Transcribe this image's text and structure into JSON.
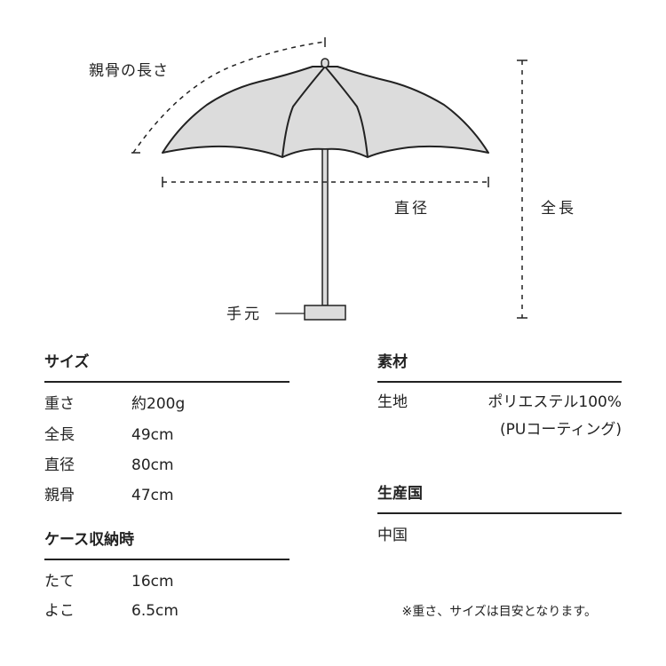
{
  "diagram": {
    "rib_length_label": "親骨の長さ",
    "diameter_label": "直径",
    "total_length_label": "全長",
    "handle_label": "手元",
    "canopy_color": "#dcdcdc",
    "line_color": "#222222"
  },
  "size": {
    "heading": "サイズ",
    "rows": [
      {
        "label": "重さ",
        "value": "約200g"
      },
      {
        "label": "全長",
        "value": "49cm"
      },
      {
        "label": "直径",
        "value": "80cm"
      },
      {
        "label": "親骨",
        "value": "47cm"
      }
    ]
  },
  "case": {
    "heading": "ケース収納時",
    "rows": [
      {
        "label": "たて",
        "value": "16cm"
      },
      {
        "label": "よこ",
        "value": "6.5cm"
      }
    ]
  },
  "material": {
    "heading": "素材",
    "label": "生地",
    "value_line1": "ポリエステル100%",
    "value_line2": "(PUコーティング)"
  },
  "origin": {
    "heading": "生産国",
    "value": "中国"
  },
  "note": "※重さ、サイズは目安となります。"
}
